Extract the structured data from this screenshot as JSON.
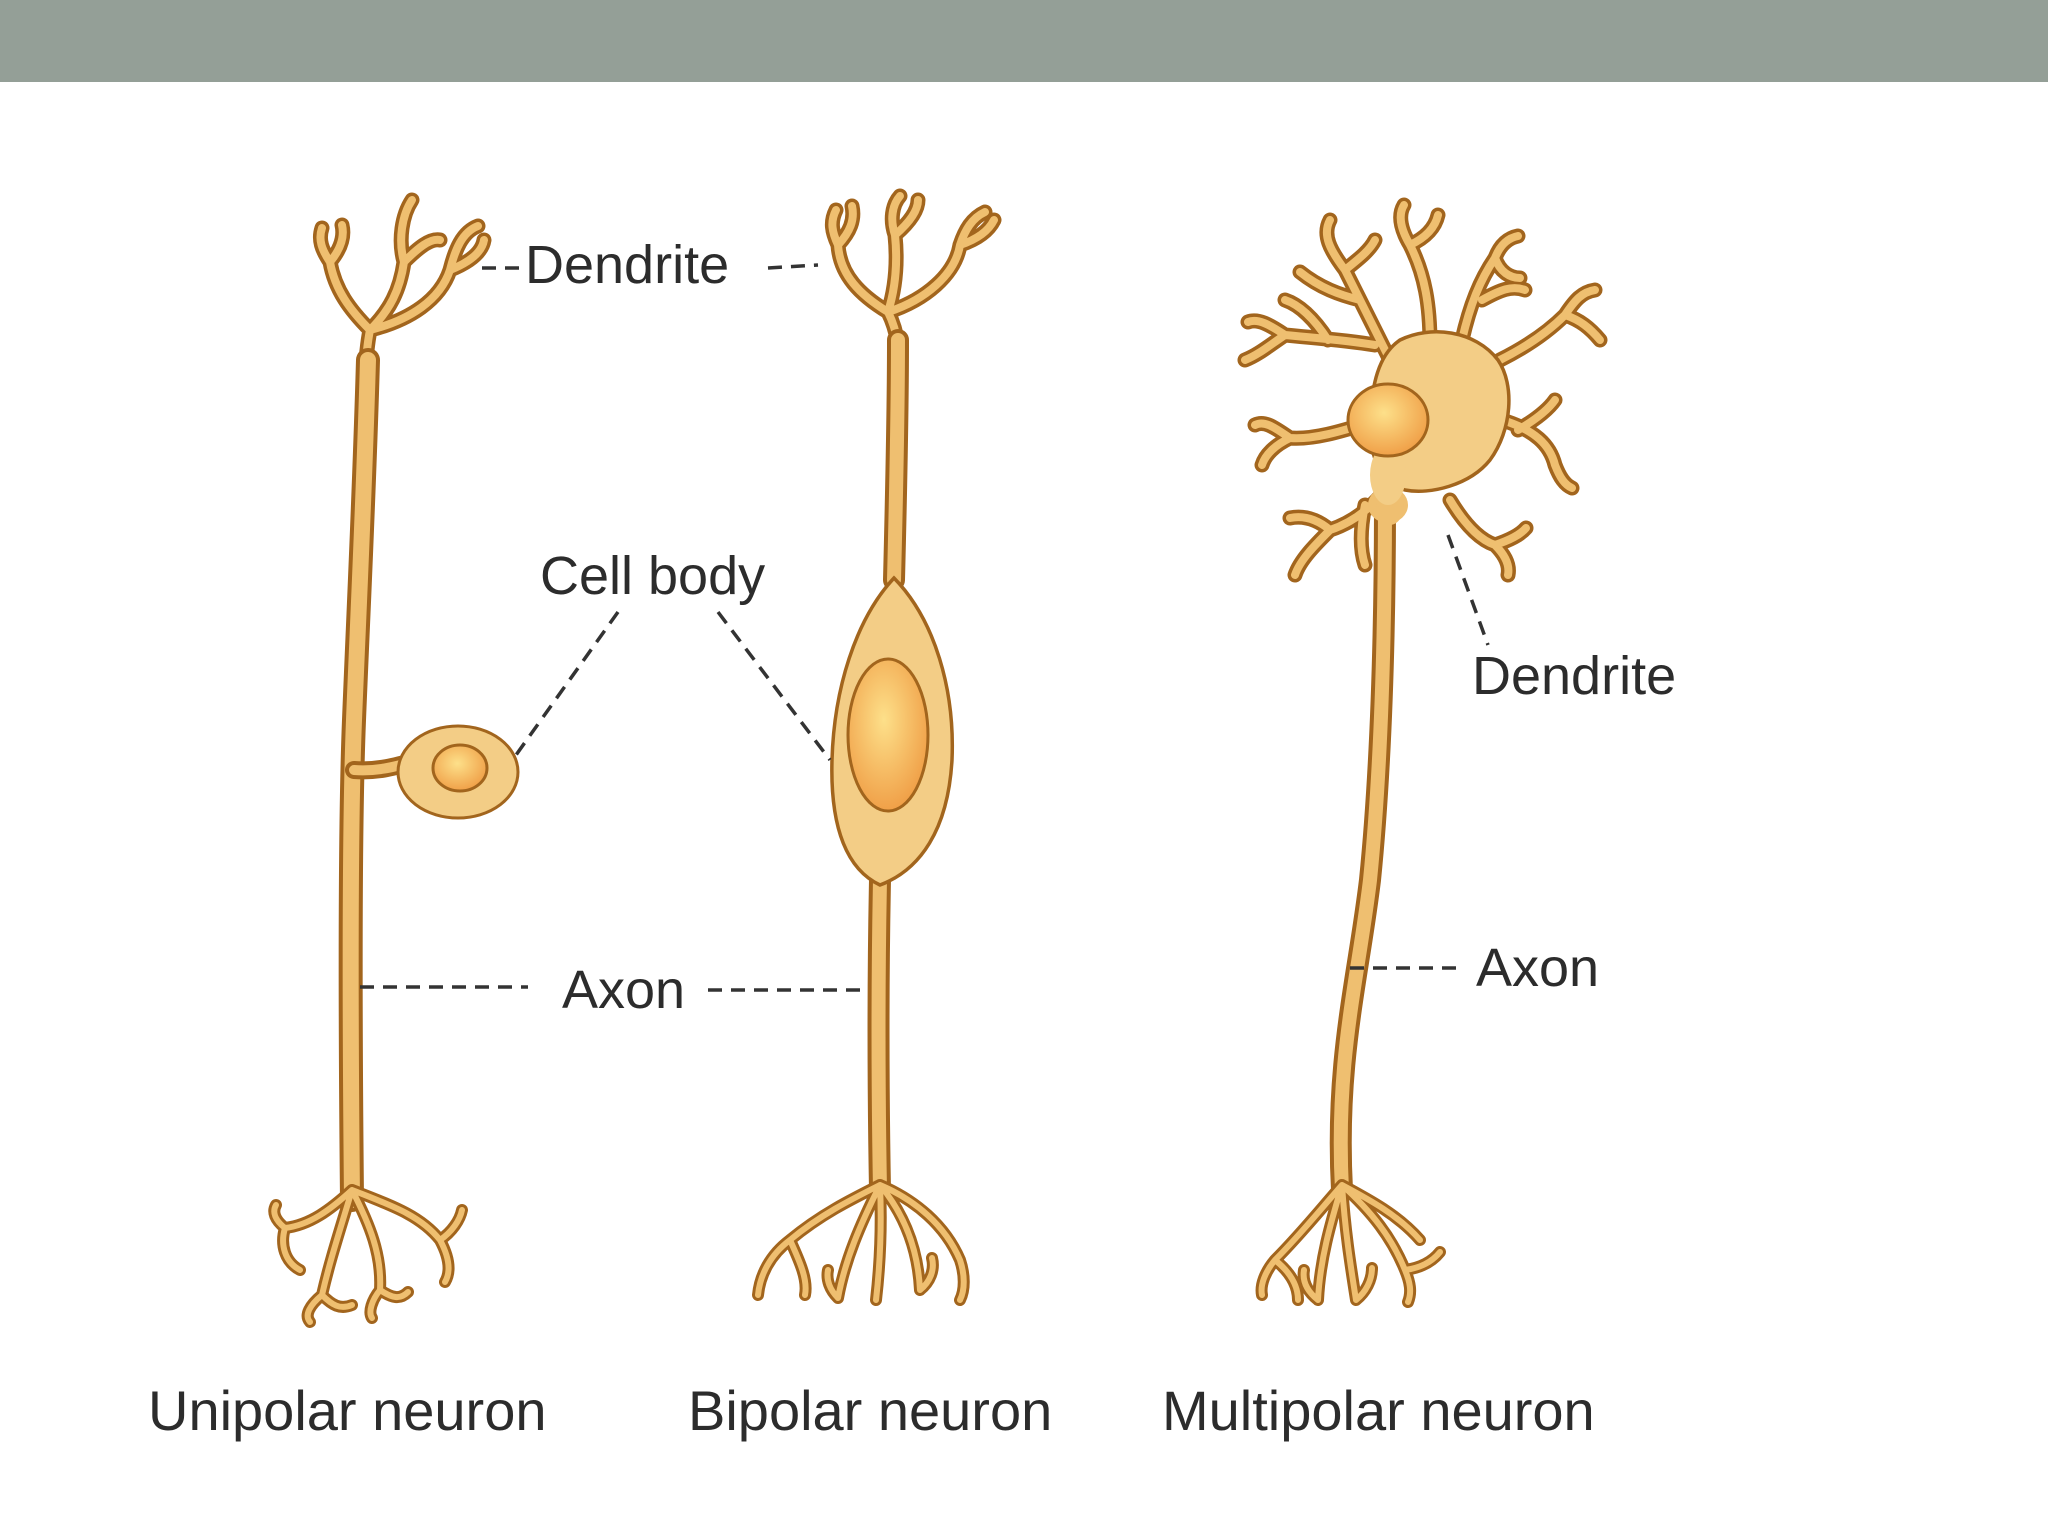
{
  "colors": {
    "top_bar": "#949f97",
    "background": "#ffffff",
    "neuron_outline": "#a2651d",
    "neuron_fill": "#efbf70",
    "cell_body_fill": "#f3cd86",
    "nucleus_center": "#fde08a",
    "nucleus_edge": "#f0a048",
    "label_text": "#2c2c2c"
  },
  "labels": {
    "dendrite_shared": "Dendrite",
    "cell_body": "Cell body",
    "axon_shared": "Axon",
    "dendrite_multipolar": "Dendrite",
    "axon_multipolar": "Axon"
  },
  "neurons": [
    {
      "caption": "Unipolar neuron"
    },
    {
      "caption": "Bipolar neuron"
    },
    {
      "caption": "Multipolar neuron"
    }
  ]
}
